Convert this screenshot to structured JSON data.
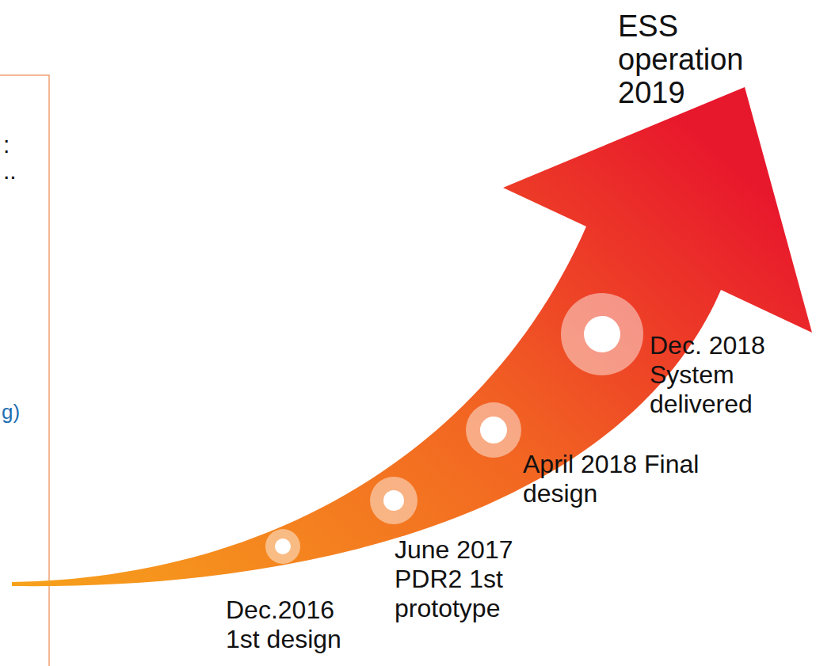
{
  "diagram": {
    "labels": [
      ":",
      "..",
      "g)",
      "ESS operation 2019",
      "Dec. 2018 System delivered",
      "April 2018 Final design",
      "June 2017 PDR2 1st prototype",
      "Dec.2016 1st design"
    ]
  }
}
